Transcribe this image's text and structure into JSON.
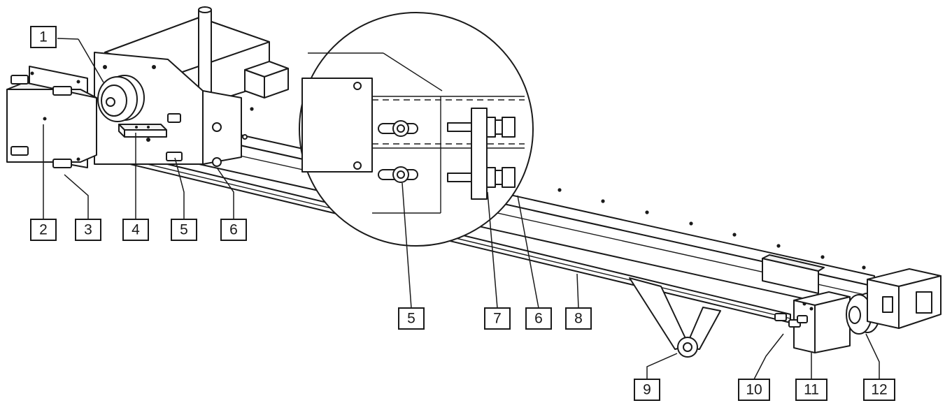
{
  "callouts": {
    "c1": "1",
    "c2": "2",
    "c3": "3",
    "c4": "4",
    "c5a": "5",
    "c6a": "6",
    "c5b": "5",
    "c7": "7",
    "c6b": "6",
    "c8": "8",
    "c9": "9",
    "c10": "10",
    "c11": "11",
    "c12": "12"
  }
}
